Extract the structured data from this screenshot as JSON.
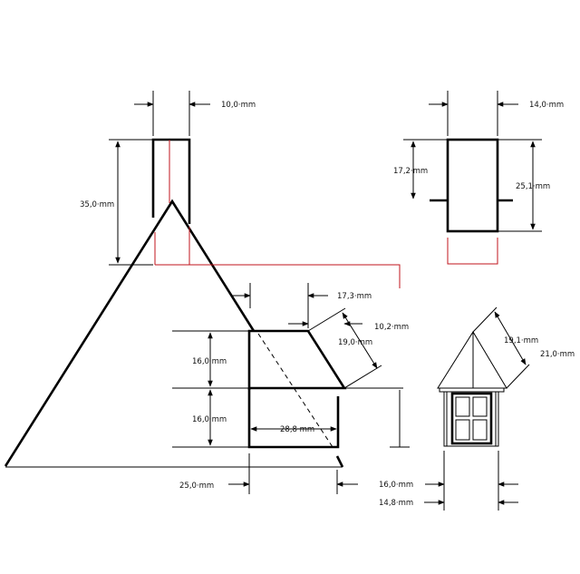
{
  "dimensions": {
    "chimney_width": "10,0·mm",
    "chimney_height": "35,0·mm",
    "top_right_width": "14,0·mm",
    "top_right_inner": "17,2·mm",
    "top_right_height": "25,1·mm",
    "dormer_offset": "17,3·mm",
    "mid_height": "10,2·mm",
    "roof_slope": "19,0·mm",
    "upper_height": "16,0·mm",
    "lower_height": "16,0·mm",
    "dormer_width": "28,8·mm",
    "base_width": "25,0·mm",
    "front_roof_slope": "19,1·mm",
    "front_height": "21,0·mm",
    "front_bottom": "16,0·mm",
    "front_width": "14,8·mm"
  },
  "colors": {
    "line": "#000000",
    "projection": "#c0161c"
  }
}
